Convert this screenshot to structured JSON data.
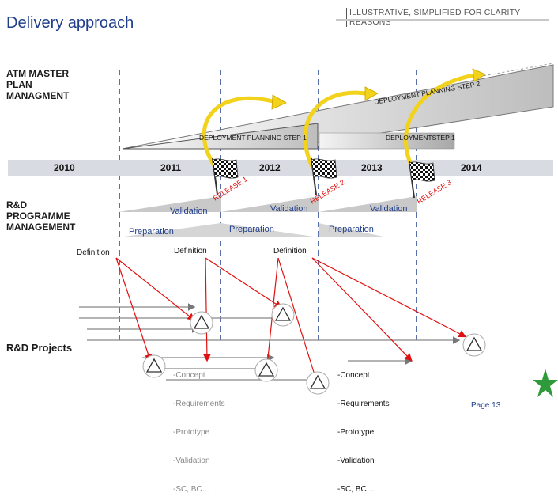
{
  "title": "Delivery approach",
  "banner": "ILLUSTRATIVE, SIMPLIFIED FOR CLARITY REASONS",
  "sections": {
    "atm": "ATM MASTER\nPLAN\nMANAGMENT",
    "rd": "R&D\nPROGRAMME\nMANAGEMENT",
    "projects": "R&D Projects"
  },
  "timeline": {
    "years": [
      "2010",
      "2011",
      "2012",
      "2013",
      "2014"
    ]
  },
  "deployment_steps": {
    "step1": "DEPLOYMENT PLANNING STEP 1",
    "step2": "DEPLOYMENT PLANNING STEP 2",
    "step1_bar": "DEPLOYMENTSTEP 1"
  },
  "releases": [
    "RELEASE 1",
    "RELEASE 2",
    "RELEASE 3"
  ],
  "phases": {
    "validation": [
      "Validation",
      "Validation",
      "Validation"
    ],
    "preparation": [
      "Preparation",
      "Preparation",
      "Preparation"
    ],
    "definition": [
      "Definition",
      "Definition",
      "Definition"
    ]
  },
  "project_bullets": {
    "left": [
      "-Concept",
      "-Requirements",
      "-Prototype",
      "-Validation",
      "-SC, BC…"
    ],
    "right": [
      "-Concept",
      "-Requirements",
      "-Prototype",
      "-Validation",
      "-SC, BC…"
    ]
  },
  "page": "Page 13",
  "colors": {
    "title": "#1f3d8a",
    "arrow_red": "#e01010",
    "arrow_yellow": "#f2d21a",
    "grey_band": "#c9c9c9",
    "star_green": "#2e9a3a"
  },
  "icons": [
    "checkered-flag-icon",
    "warning-triangle-icon",
    "star-icon"
  ]
}
